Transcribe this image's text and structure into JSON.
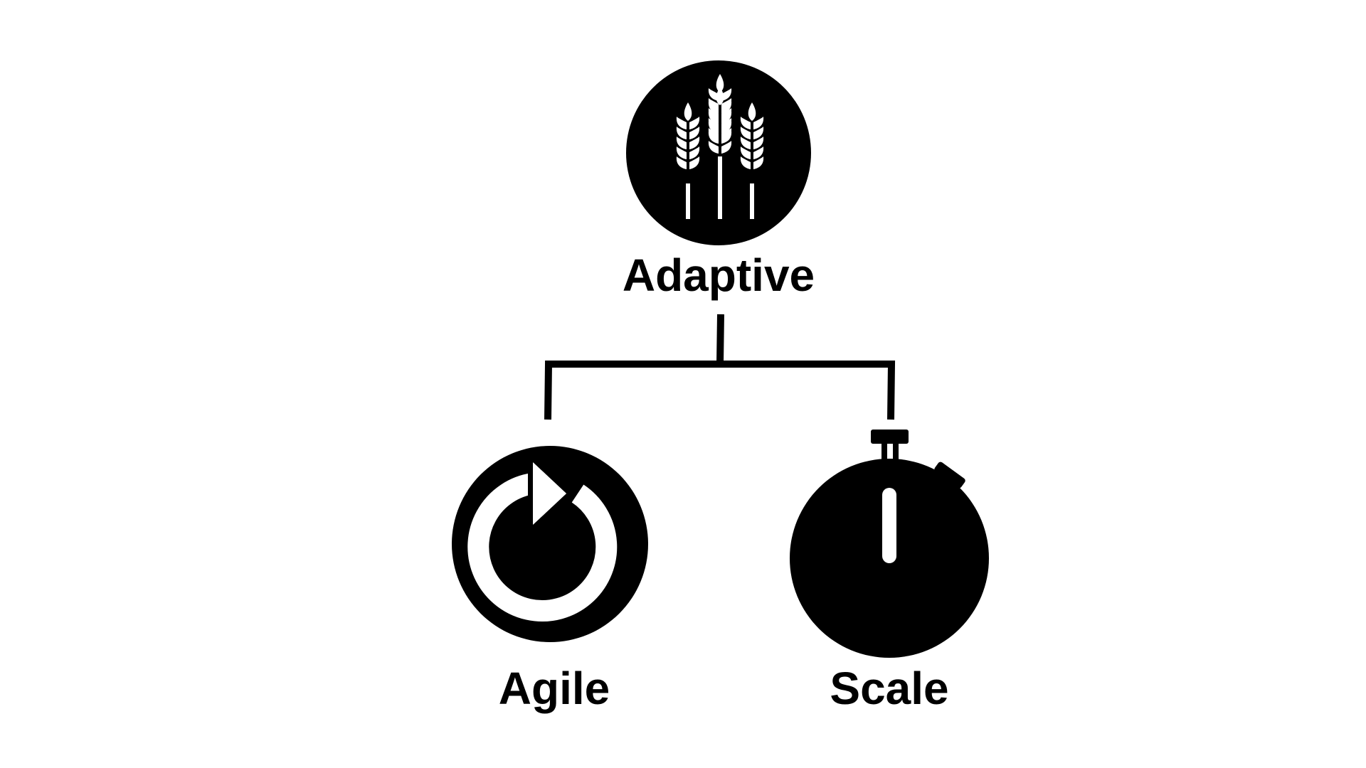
{
  "diagram": {
    "root": {
      "label": "Adaptive",
      "icon": "wheat-icon"
    },
    "children": [
      {
        "label": "Agile",
        "icon": "refresh-cycle-icon"
      },
      {
        "label": "Scale",
        "icon": "stopwatch-icon"
      }
    ],
    "colors": {
      "foreground": "#000000",
      "background": "#ffffff"
    }
  }
}
